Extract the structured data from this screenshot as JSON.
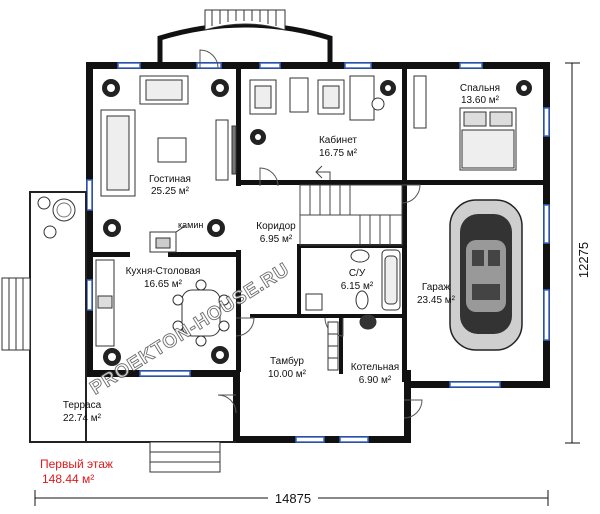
{
  "rooms": {
    "living": {
      "name": "Гостиная",
      "area": "25.25 м²"
    },
    "study": {
      "name": "Кабинет",
      "area": "16.75 м²"
    },
    "bedroom": {
      "name": "Спальня",
      "area": "13.60 м²"
    },
    "corridor": {
      "name": "Коридор",
      "area": "6.95 м²"
    },
    "kitchen": {
      "name": "Кухня-Столовая",
      "area": "16.65 м²"
    },
    "bathroom": {
      "name": "С/У",
      "area": "6.15 м²"
    },
    "garage": {
      "name": "Гараж",
      "area": "23.45 м²"
    },
    "vestibule": {
      "name": "Тамбур",
      "area": "10.00 м²"
    },
    "boiler": {
      "name": "Котельная",
      "area": "6.90 м²"
    },
    "terrace": {
      "name": "Терраса",
      "area": "22.74 м²"
    }
  },
  "fireplace_label": "камин",
  "floor": {
    "name": "Первый этаж",
    "area": "148.44 м²"
  },
  "dimensions": {
    "width": "14875",
    "height": "12275"
  },
  "watermark": "PROEKTON-HOUSE.RU",
  "colors": {
    "wall": "#111111",
    "window": "#3a67c9",
    "floor_text": "#e0171b"
  }
}
